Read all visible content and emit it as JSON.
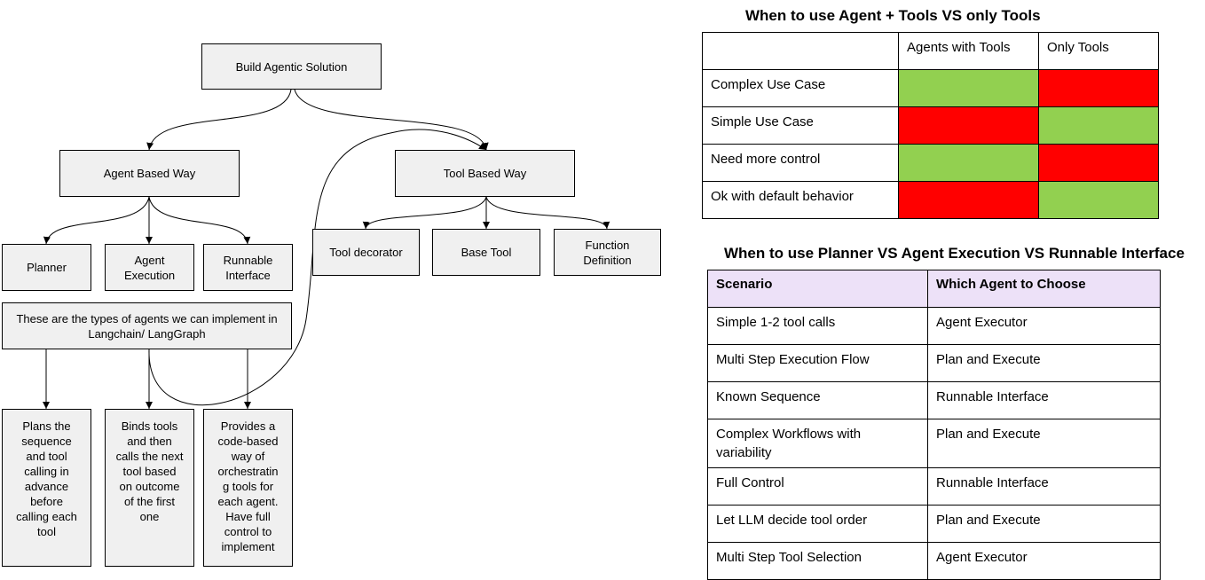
{
  "diagram": {
    "nodes": {
      "root": "Build Agentic Solution",
      "agent_based": "Agent Based Way",
      "tool_based": "Tool Based Way",
      "planner": "Planner",
      "agent_execution": "Agent\nExecution",
      "runnable_interface": "Runnable\nInterface",
      "tool_decorator": "Tool decorator",
      "base_tool": "Base Tool",
      "function_definition": "Function\nDefinition",
      "agent_types_note": "These are the types of agents we can implement in\nLangchain/ LangGraph",
      "planner_desc": "Plans the\nsequence\nand tool\ncalling in\nadvance\nbefore\ncalling each\ntool",
      "execution_desc": "Binds tools\nand then\ncalls the next\ntool based\non outcome\nof the first\none",
      "runnable_desc": "Provides a\ncode-based\nway of\norchestratin\ng tools for\neach agent.\nHave full\ncontrol to\nimplement"
    }
  },
  "table1": {
    "title": "When to use Agent + Tools VS only Tools",
    "headers": [
      "",
      "Agents with Tools",
      "Only Tools"
    ],
    "rows": [
      {
        "label": "Complex Use Case",
        "agents_with_tools": "green",
        "only_tools": "red"
      },
      {
        "label": "Simple Use Case",
        "agents_with_tools": "red",
        "only_tools": "green"
      },
      {
        "label": "Need more control",
        "agents_with_tools": "green",
        "only_tools": "red"
      },
      {
        "label": "Ok with default behavior",
        "agents_with_tools": "red",
        "only_tools": "green"
      }
    ],
    "colors": {
      "green": "#92d050",
      "red": "#ff0000"
    }
  },
  "table2": {
    "title": "When to use Planner VS Agent Execution VS Runnable Interface",
    "headers": [
      "Scenario",
      "Which Agent to Choose"
    ],
    "rows": [
      [
        "Simple 1-2 tool calls",
        "Agent Executor"
      ],
      [
        "Multi Step Execution Flow",
        "Plan and Execute"
      ],
      [
        "Known Sequence",
        "Runnable Interface"
      ],
      [
        "Complex Workflows with variability",
        "Plan and Execute"
      ],
      [
        "Full Control",
        "Runnable Interface"
      ],
      [
        "Let LLM decide tool order",
        "Plan and Execute"
      ],
      [
        "Multi Step Tool Selection",
        "Agent Executor"
      ]
    ],
    "header_color": "#ede1f8"
  }
}
